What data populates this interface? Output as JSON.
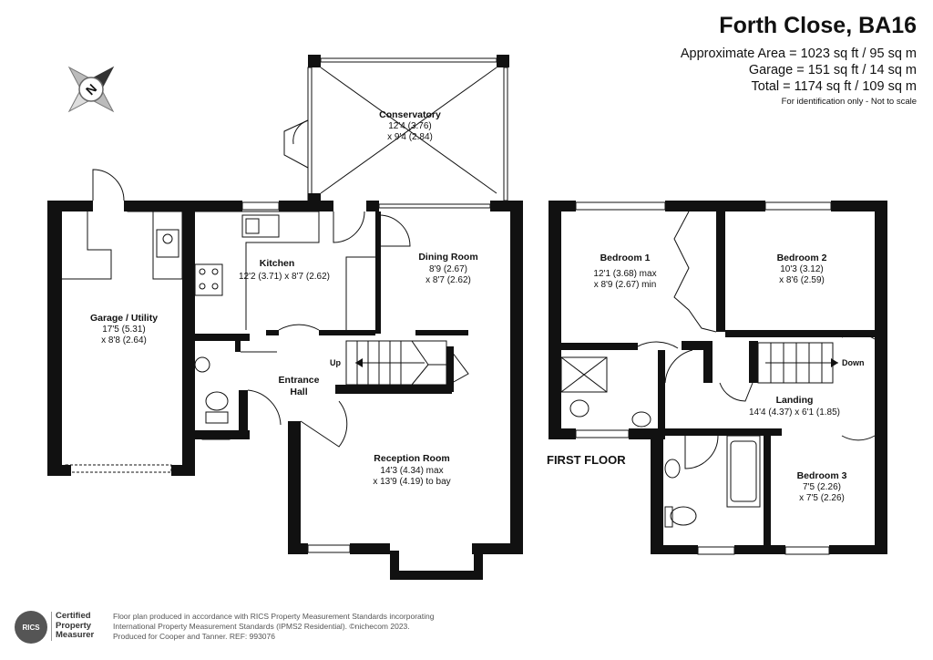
{
  "header": {
    "title": "Forth Close, BA16",
    "area_lines": [
      "Approximate Area = 1023 sq ft / 95 sq m",
      "Garage = 151 sq ft / 14 sq m",
      "Total = 1174 sq ft / 109 sq m"
    ],
    "note": "For identification only - Not to scale"
  },
  "compass": {
    "label": "N"
  },
  "rooms": {
    "conservatory": {
      "name": "Conservatory",
      "dim1": "12'4 (3.76)",
      "dim2": "x 9'4 (2.84)"
    },
    "kitchen": {
      "name": "Kitchen",
      "dim1": "12'2 (3.71) x 8'7 (2.62)"
    },
    "dining": {
      "name": "Dining Room",
      "dim1": "8'9 (2.67)",
      "dim2": "x 8'7 (2.62)"
    },
    "garage": {
      "name": "Garage / Utility",
      "dim1": "17'5 (5.31)",
      "dim2": "x 8'8 (2.64)"
    },
    "entrance": {
      "name1": "Entrance",
      "name2": "Hall"
    },
    "reception": {
      "name": "Reception Room",
      "dim1": "14'3 (4.34) max",
      "dim2": "x 13'9 (4.19) to bay"
    },
    "bedroom1": {
      "name": "Bedroom 1",
      "dim1": "12'1 (3.68) max",
      "dim2": "x 8'9 (2.67) min"
    },
    "bedroom2": {
      "name": "Bedroom 2",
      "dim1": "10'3 (3.12)",
      "dim2": "x 8'6 (2.59)"
    },
    "landing": {
      "name": "Landing",
      "dim1": "14'4 (4.37) x 6'1 (1.85)"
    },
    "bedroom3": {
      "name": "Bedroom 3",
      "dim1": "7'5 (2.26)",
      "dim2": "x 7'5 (2.26)"
    }
  },
  "stair_labels": {
    "up": "Up",
    "down": "Down"
  },
  "floor_label": "FIRST FLOOR",
  "footer": {
    "badge_logo": "RICS",
    "badge_lines": [
      "Certified",
      "Property",
      "Measurer"
    ],
    "lines": [
      "Floor plan produced in accordance with RICS Property Measurement Standards incorporating",
      "International Property Measurement Standards (IPMS2 Residential).  ©nichecom 2023.",
      "Produced for Cooper and Tanner.   REF:  993076"
    ]
  }
}
